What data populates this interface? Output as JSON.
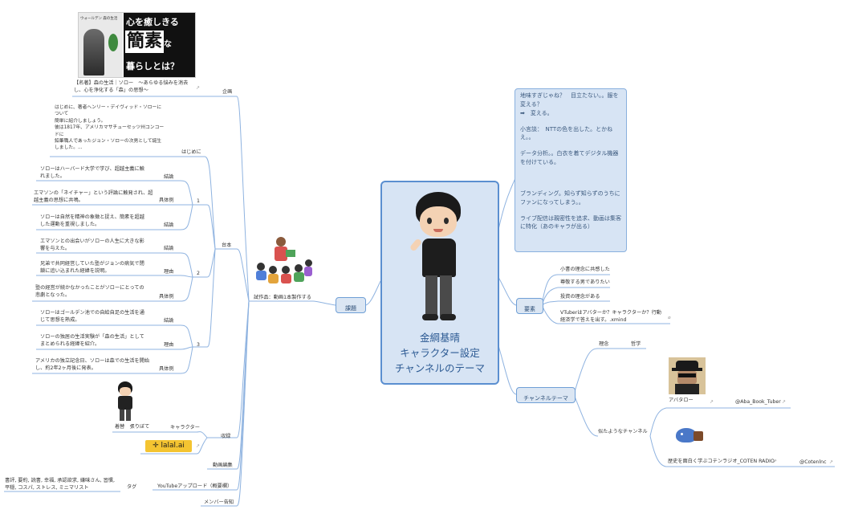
{
  "central": {
    "lines": [
      "金綱基晴",
      "キャラクター設定",
      "チャンネルのテーマ"
    ]
  },
  "note": {
    "p1": "地味すぎじゃね？　目立たない。。服を変える？\n➡　変える。",
    "p2": "小言談：　NTTの色を出した。とかねえ。。",
    "p3": "データ分析。。白衣を着てデジタル機器を付けている。",
    "p4": "ブランディング。知らず知らずのうちにファンになってしまう。。",
    "p5": "ライブ配信は親密性を追求、動画は集客に特化（あのキャラが出る）"
  },
  "right": {
    "youso": "要素",
    "youso_items": [
      "小書の理念に共感した",
      "尊敬する男でありたい",
      "投資の理念がある",
      "VTuberはアバターか？キャラクターか？行動経済学で答えを出す。.xmind"
    ],
    "channel_theme": "チャンネルテーマ",
    "rinen": "理念",
    "tetsugaku": "哲学",
    "avatar": "アバタロー",
    "avatar_handle": "@Aba_Book_Tuber",
    "similar": "似たようなチャンネル",
    "coten": "歴史を面白く学ぶコテンラジオ_COTEN RADIO",
    "coten_handle": "@Cotenlnc"
  },
  "left": {
    "kadai": "課題",
    "shisakuhin": "試作品：動画1本製作する",
    "kikaku": "企画",
    "kikaku_title": "【名著】森の生活｜ソロー　～あらゆる悩みを消去し、心を浄化する「森」の思想～",
    "daihon": "台本",
    "hajimeni": "はじめに",
    "hajimeni_text": "はじめに、著者ヘンリー・デイヴィッド・ソローについて\n簡単に紹介しましょう。\n彼は1817年、アメリカマサチューセッツ州コンコードに\n鉛筆職人であったジョン・ソローの次男として誕生しました。...",
    "n1": "1",
    "n2": "2",
    "n3": "3",
    "ketsuron": "結論",
    "gutairei": "具体例",
    "riyuu": "理由",
    "s1_a": "ソローはハーバード大学で学び、超越主義に触れました。",
    "s1_b": "エマソンの「ネイチャー」という評論に触発され、超越主義の思想に共鳴。",
    "s1_c": "ソローは自然を精神の象徴と捉え、簡素を超越した運動を重視しました。",
    "s2_a": "エマソンとの出会いがソローの人生に大きな影響を与えた。",
    "s2_b": "兄弟で共同経営していた塾がジョンの病気で閉鎖に追い込まれた経緯を説明。",
    "s2_c": "塾の経営が続かなかったことがソローにとっての悲劇となった。",
    "s3_a": "ソローはゴールデン池での自給自足の生活を通じて思想を熟成。",
    "s3_b": "ソローの独居の生活実験が「森の生活」としてまとめられる経緯を紹介。",
    "s3_c": "アメリカの独立記念日、ソローは森での生活を開始し、約2年2ヶ月後に発表。",
    "shuroku": "収録",
    "character": "キャラクター",
    "char_caption": "着替　張りぼて",
    "lalal": "lalal.ai",
    "douga": "動画編集",
    "upload": "YouTubeアップロード（概要欄）",
    "tag": "タグ",
    "tags": "書評, 要約, 読書, 幸福, 承認欲求, 嫌味さん, 習慣, 平穏, コスパ, ストレス, ミニマリスト",
    "member": "メンバー告知"
  },
  "book": {
    "top": "ウォールデン 森の生活",
    "l1": "心を癒しきる",
    "l2": "簡素",
    "l2b": "な",
    "l3": "暮らしとは？"
  },
  "colors": {
    "line": "#8fb3e0",
    "box": "#dbe6f3",
    "accent": "#2c5a93"
  }
}
